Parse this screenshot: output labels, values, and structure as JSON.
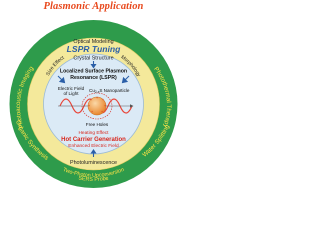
{
  "title": "Plasmonic Application",
  "outer_ring": {
    "fill": "#2e9b4b",
    "labels": {
      "left": "Photoacoustic Imaging",
      "right": "Photothermal Therapy",
      "lower_left": "Organic Synthesis",
      "lower_right": "Water Splitting",
      "bottom_line1": "Two-Photon Upconversion",
      "bottom_line2": "SERS Probe"
    },
    "label_color": "#ffe347"
  },
  "middle_ring": {
    "fill": "#f4e99b",
    "optical_modeling": "Optical Modeling",
    "lspr_tuning": "LSPR Tuning",
    "crystal_structure": "Crystal Structure",
    "size_effect": "Size Effect",
    "morphology": "Morphology",
    "photoluminescence": "Photoluminescence",
    "accent": "#2b5fa8"
  },
  "inner_ring": {
    "fill": "#dbeaf6",
    "stroke": "#9bbad6"
  },
  "core": {
    "title_line1": "Localized Surface Plasmon",
    "title_line2": "Resonance (LSPR)",
    "electric_field_line1": "Electric Field",
    "electric_field_line2": "of Light",
    "nanoparticle_label": "Cu",
    "nanoparticle_sub": "2-x",
    "nanoparticle_suffix": "S Nanoparticle",
    "free_holes": "Free Holes",
    "heating_effect": "Heating Effect",
    "hot_carrier": "Hot Carrier Generation",
    "enhanced_field": "Enhanced Electric Field",
    "red": "#d8261c",
    "particle": "#f2a14a",
    "wave": "#e8463a"
  }
}
